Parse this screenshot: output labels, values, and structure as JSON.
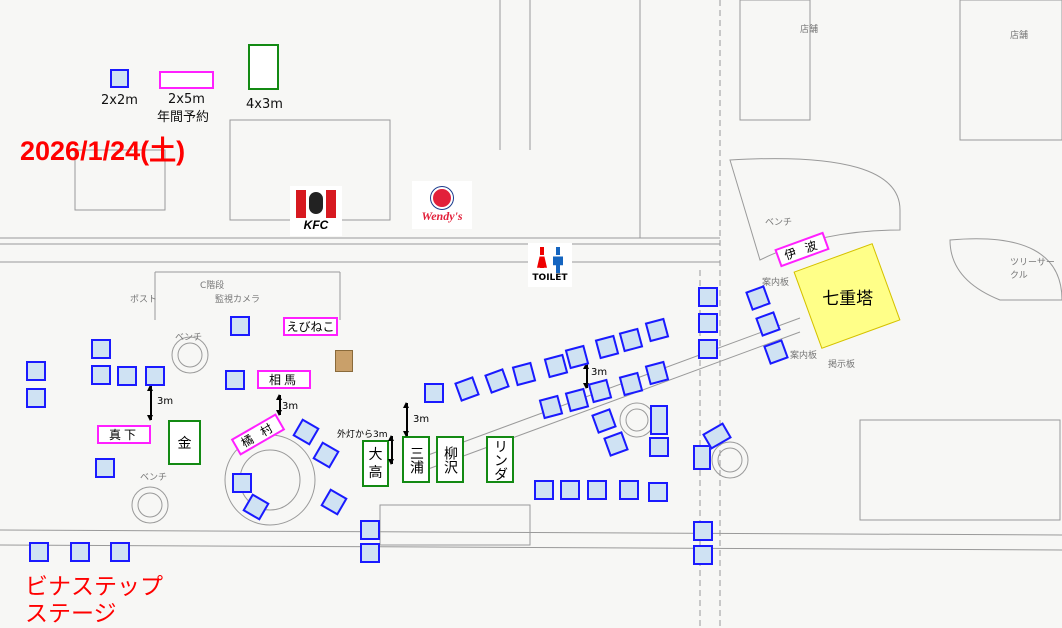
{
  "legend": {
    "small": "2x2m",
    "medium": "2x5m",
    "medium_note": "年間予約",
    "large": "4x3m"
  },
  "date": "2026/1/24(土)",
  "stage": {
    "line1": "ビナステップ",
    "line2": "ステージ"
  },
  "logos": {
    "kfc": "KFC",
    "wendys": "Wendy's",
    "toilet": "TOILET"
  },
  "pagoda": "七重塔",
  "booths_2x5": {
    "ebineko": "えびねこ",
    "soma": "相馬",
    "mashita": "真下",
    "tachibana": "橘 村",
    "iha": "伊 波"
  },
  "booths_4x3": {
    "kin": "金",
    "otaka": "大高",
    "miura": "三浦",
    "yanagisawa": "柳沢",
    "linda": "リンダ"
  },
  "distances": {
    "d1": "3m",
    "d2": "3m",
    "d3": "3m",
    "d4": "3m",
    "streetlight": "外灯から3m"
  },
  "map_labels": {
    "shop1": "店舗",
    "shop2": "店舗",
    "bench1": "ベンチ",
    "bench2": "ベンチ",
    "bench3": "ベンチ",
    "stairs": "C階段",
    "camera": "監視カメラ",
    "post": "ポスト",
    "info1": "案内板",
    "info2": "案内板",
    "notice": "掲示板",
    "tree": "ツリーサークル"
  },
  "colors": {
    "small_border": "#1a1aff",
    "small_fill": "#cfe2f3",
    "medium_border": "#ff20ff",
    "large_border": "#138a13",
    "pagoda": "#ffff88",
    "date": "#ff0000"
  }
}
